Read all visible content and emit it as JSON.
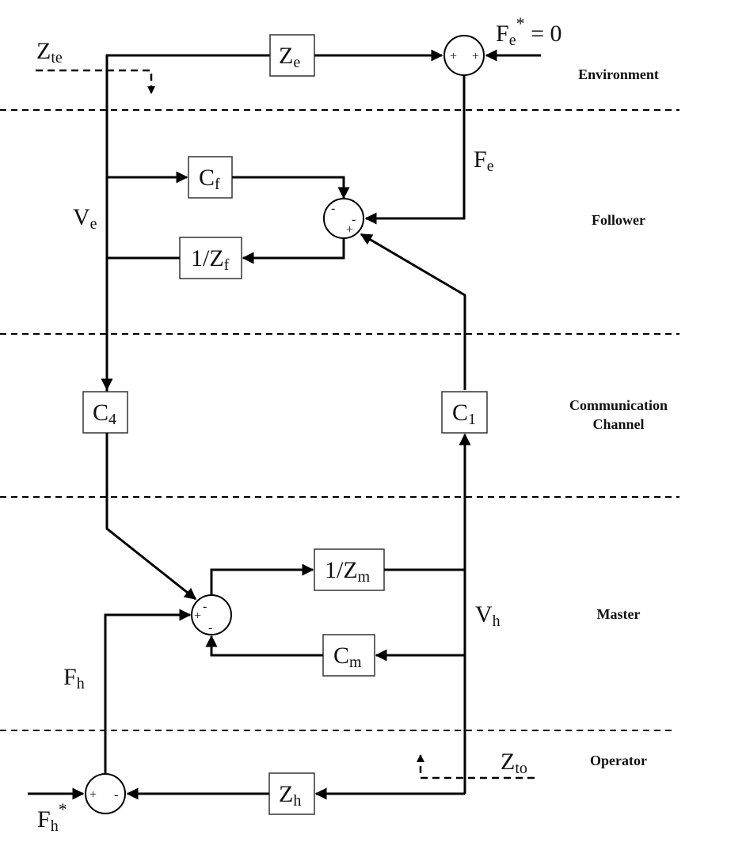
{
  "diagram": {
    "regions": [
      {
        "id": "environment",
        "label": "Environment"
      },
      {
        "id": "follower",
        "label": "Follower"
      },
      {
        "id": "communication",
        "label_lines": [
          "Communication",
          "Channel"
        ]
      },
      {
        "id": "master",
        "label": "Master"
      },
      {
        "id": "operator",
        "label": "Operator"
      }
    ],
    "blocks": {
      "Ze": {
        "main": "Z",
        "sub": "e"
      },
      "Cf": {
        "main": "C",
        "sub": "f"
      },
      "inv_Zf": {
        "main": "1/Z",
        "sub": "f"
      },
      "C4": {
        "main": "C",
        "sub": "4"
      },
      "C1": {
        "main": "C",
        "sub": "1"
      },
      "inv_Zm": {
        "main": "1/Z",
        "sub": "m"
      },
      "Cm": {
        "main": "C",
        "sub": "m"
      },
      "Zh": {
        "main": "Z",
        "sub": "h"
      }
    },
    "signals": {
      "Zte": {
        "main": "Z",
        "sub": "te"
      },
      "Fe_star": {
        "main": "F",
        "sub": "e",
        "sup": "*",
        "suffix": " = 0"
      },
      "Fe": {
        "main": "F",
        "sub": "e"
      },
      "Ve": {
        "main": "V",
        "sub": "e"
      },
      "Vh": {
        "main": "V",
        "sub": "h"
      },
      "Fh": {
        "main": "F",
        "sub": "h"
      },
      "Zto": {
        "main": "Z",
        "sub": "to"
      },
      "Fh_star": {
        "main": "F",
        "sub": "h",
        "sup": "*"
      }
    },
    "summing_junctions": {
      "environment": {
        "signs": [
          "+",
          "+"
        ]
      },
      "follower": {
        "signs": [
          "-",
          "-",
          "+"
        ]
      },
      "master": {
        "signs": [
          "-",
          "+",
          "-"
        ]
      },
      "operator": {
        "signs": [
          "+",
          "-"
        ]
      }
    }
  }
}
